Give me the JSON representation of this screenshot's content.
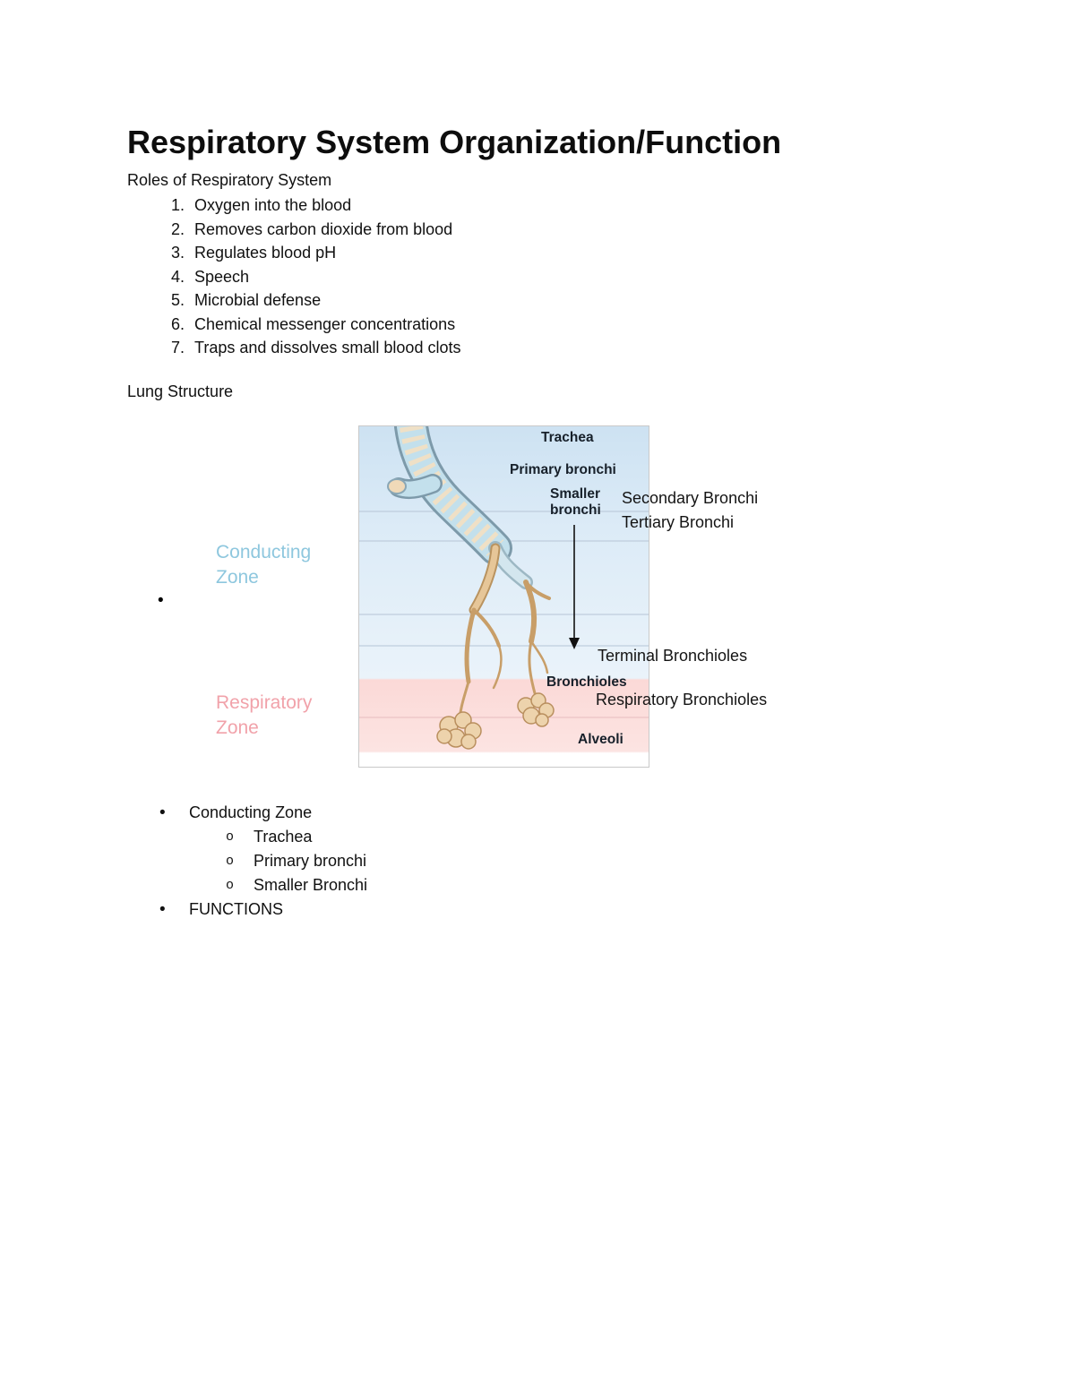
{
  "doc": {
    "title": "Respiratory System Organization/Function",
    "roles_heading": "Roles of Respiratory System",
    "roles": [
      "Oxygen into the blood",
      "Removes carbon dioxide from blood",
      "Regulates blood pH",
      "Speech",
      "Microbial defense",
      "Chemical messenger concentrations",
      "Traps and dissolves small blood clots"
    ],
    "lung_heading": "Lung Structure",
    "diagram": {
      "labels": {
        "trachea": "Trachea",
        "primary_bronchi": "Primary bronchi",
        "smaller_bronchi": "Smaller bronchi",
        "bronchioles": "Bronchioles",
        "alveoli": "Alveoli"
      },
      "annotations": {
        "secondary_bronchi": "Secondary Bronchi",
        "tertiary_bronchi": "Tertiary Bronchi",
        "terminal_bronchioles": "Terminal Bronchioles",
        "respiratory_bronchioles": "Respiratory Bronchioles"
      },
      "zones": {
        "conducting": "Conducting Zone",
        "respiratory": "Respiratory Zone"
      },
      "colors": {
        "conducting_zone_text": "#8ec7de",
        "respiratory_zone_text": "#f1a2aa",
        "conducting_zone_bg": "#d9e8f5",
        "respiratory_zone_bg": "#fbdbd9",
        "trachea_tube": "#c3e0ec",
        "bronchi_branch": "#dab98c"
      }
    },
    "outline": {
      "conducting_zone": "Conducting Zone",
      "conducting_sub_items": [
        "Trachea",
        "Primary bronchi",
        "Smaller Bronchi"
      ],
      "functions": "FUNCTIONS"
    }
  }
}
